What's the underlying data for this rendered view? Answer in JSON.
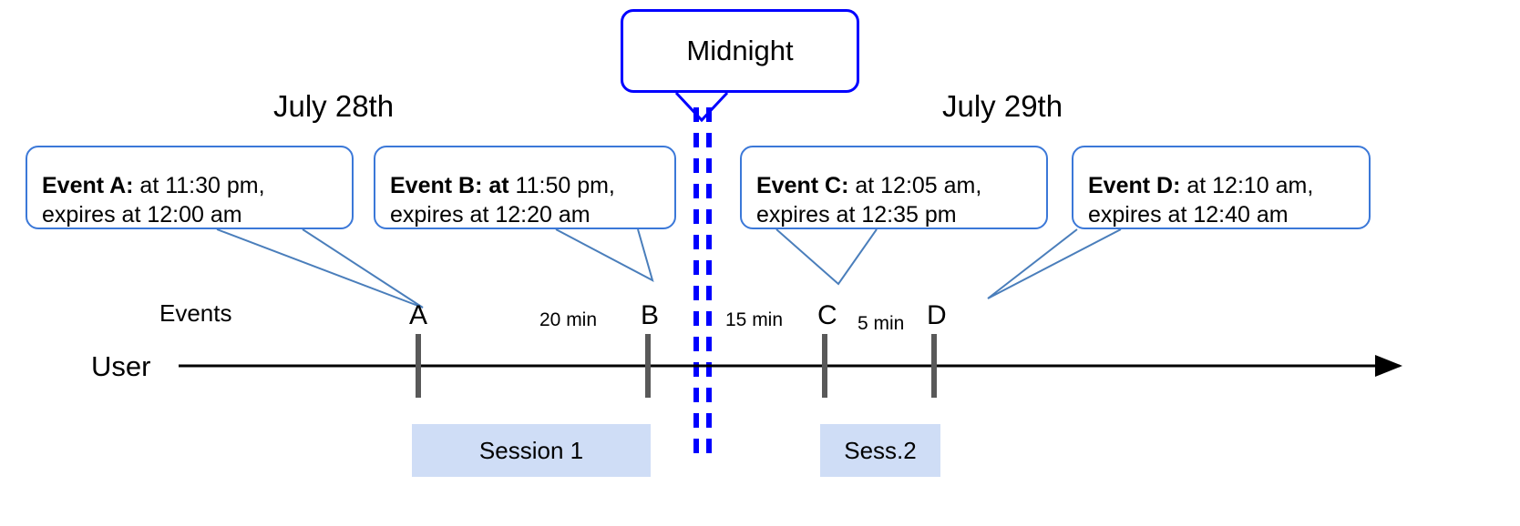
{
  "diagram": {
    "title": "Event expiry across midnight timeline",
    "colors": {
      "callout_border": "#3b78d8",
      "midnight_border": "#0000ff",
      "midnight_dashes": "#0000ff",
      "session_fill": "#cfddf6",
      "axis": "#000000",
      "event_tick": "#595959",
      "leader_line": "#4a7ebb"
    }
  },
  "midnight": {
    "label": "Midnight"
  },
  "dates": {
    "left": "July 28th",
    "right": "July 29th"
  },
  "axis": {
    "row_label": "User",
    "events_label": "Events"
  },
  "callouts": [
    {
      "id": "a",
      "bold": "Event A:",
      "line1_rest": " at 11:30 pm,",
      "line2": "expires at 12:00 am",
      "full": "Event A: at 11:30 pm, expires at 12:00 am"
    },
    {
      "id": "b",
      "bold": "Event B: at",
      "line1_rest": " 11:50 pm,",
      "line2": "expires at 12:20 am",
      "full": "Event B: at 11:50 pm, expires at 12:20 am"
    },
    {
      "id": "c",
      "bold": "Event C:",
      "line1_rest": " at 12:05 am,",
      "line2": "expires at 12:35 pm",
      "full": "Event C: at 12:05 am, expires at 12:35 pm"
    },
    {
      "id": "d",
      "bold": "Event D:",
      "line1_rest": "  at 12:10 am,",
      "line2": "expires at 12:40 am",
      "full": "Event D: at 12:10 am, expires at 12:40 am"
    }
  ],
  "events": [
    {
      "letter": "A",
      "time": "11:30 pm"
    },
    {
      "letter": "B",
      "time": "11:50 pm"
    },
    {
      "letter": "C",
      "time": "12:05 am"
    },
    {
      "letter": "D",
      "time": "12:10 am"
    }
  ],
  "gaps": [
    {
      "between": "A-B",
      "label": "20 min"
    },
    {
      "between": "B-C",
      "label": "15 min"
    },
    {
      "between": "C-D",
      "label": "5 min"
    }
  ],
  "sessions": [
    {
      "label": "Session 1"
    },
    {
      "label": "Sess.2"
    }
  ]
}
